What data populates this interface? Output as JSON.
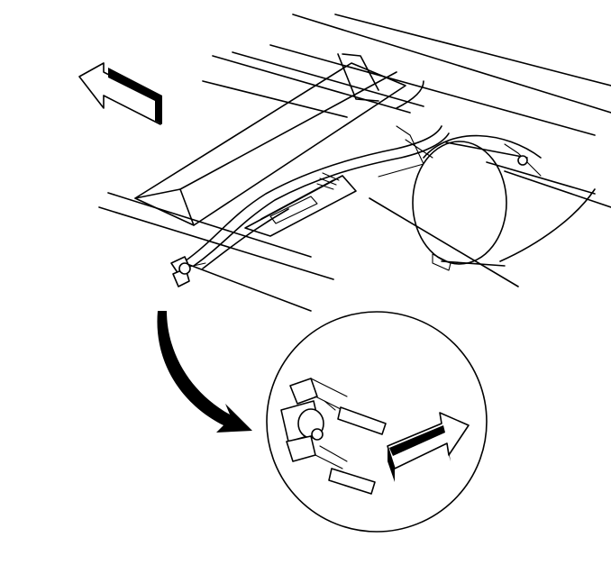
{
  "figure": {
    "background": "#ffffff",
    "ink": "#000000",
    "components": {
      "direction_arrow_top": "forward-direction-arrow-icon",
      "direction_arrow_detail": "forward-direction-arrow-icon",
      "callout_arrow": "curved-callout-arrow-icon",
      "fuel_tank": "fuel-tank",
      "connector": "electrical-connector",
      "detail_view": "magnified-detail-circle"
    }
  }
}
